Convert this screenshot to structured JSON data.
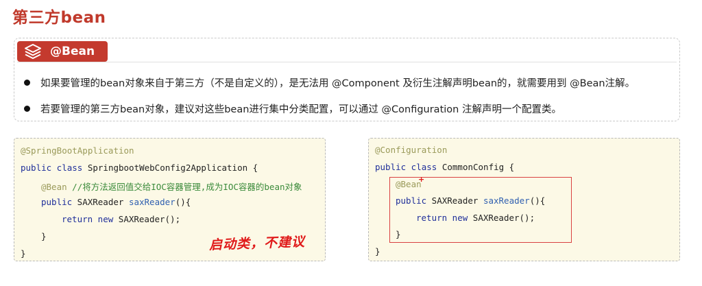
{
  "page": {
    "title": "第三方bean"
  },
  "note": {
    "header": "@Bean",
    "icon": "layers-icon",
    "bullets": [
      "如果要管理的bean对象来自于第三方（不是自定义的），是无法用 @Component 及衍生注解声明bean的，就需要用到 @Bean注解。",
      "若要管理的第三方bean对象，建议对这些bean进行集中分类配置，可以通过 @Configuration 注解声明一个配置类。"
    ]
  },
  "code_left": {
    "annotation": "@SpringBootApplication",
    "class_kw": "public class",
    "class_name": " SpringbootWebConfig2Application {",
    "bean_annotation": "@Bean",
    "bean_comment": " //将方法返回值交给IOC容器管理,成为IOC容器的bean对象",
    "method_kw": "public",
    "method_type": " SAXReader ",
    "method_name": "saxReader",
    "method_tail": "(){",
    "return_kw": "return new",
    "return_tail": " SAXReader();",
    "method_close": "}",
    "class_close": "}",
    "handwritten_note": "启动类，不建议"
  },
  "code_right": {
    "annotation": "@Configuration",
    "class_kw": "public class",
    "class_name": " CommonConfig {",
    "bean_annotation": "@Bean",
    "method_kw": "public",
    "method_type": " SAXReader ",
    "method_name": "saxReader",
    "method_tail": "(){",
    "return_kw": "return new",
    "return_tail": " SAXReader();",
    "method_close": "}",
    "class_close": "}"
  },
  "colors": {
    "title": "#c0392b",
    "header_bg": "#c43a2e",
    "code_bg": "#fcf9e6",
    "highlight": "#d94040"
  }
}
